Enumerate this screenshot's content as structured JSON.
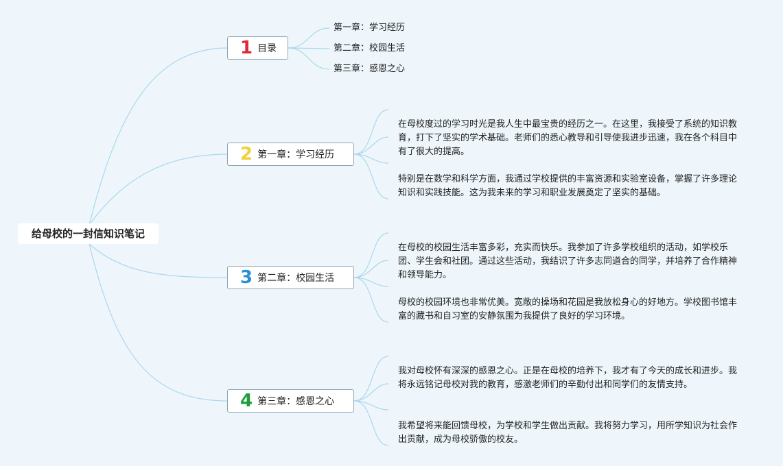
{
  "root": {
    "label": "给母校的一封信知识笔记"
  },
  "topics": [
    {
      "number": "1",
      "label": "目录",
      "color": "#e0283a"
    },
    {
      "number": "2",
      "label": "第一章：学习经历",
      "color": "#f3cf3c"
    },
    {
      "number": "3",
      "label": "第二章：校园生活",
      "color": "#2a8fd6"
    },
    {
      "number": "4",
      "label": "第三章：感恩之心",
      "color": "#1e9e3c"
    }
  ],
  "toc": [
    "第一章：学习经历",
    "第二章：校园生活",
    "第三章：感恩之心"
  ],
  "paragraphs": [
    "在母校度过的学习时光是我人生中最宝贵的经历之一。在这里，我接受了系统的知识教育，打下了坚实的学术基础。老师们的悉心教导和引导使我进步迅速，我在各个科目中有了很大的提高。",
    "特别是在数学和科学方面，我通过学校提供的丰富资源和实验室设备，掌握了许多理论知识和实践技能。这为我未来的学习和职业发展奠定了坚实的基础。",
    "在母校的校园生活丰富多彩，充实而快乐。我参加了许多学校组织的活动，如学校乐团、学生会和社团。通过这些活动，我结识了许多志同道合的同学，并培养了合作精神和领导能力。",
    "母校的校园环境也非常优美。宽敞的操场和花园是我放松身心的好地方。学校图书馆丰富的藏书和自习室的安静氛围为我提供了良好的学习环境。",
    "我对母校怀有深深的感恩之心。正是在母校的培养下，我才有了今天的成长和进步。我将永远铭记母校对我的教育，感激老师们的辛勤付出和同学们的友情支持。",
    "我希望将来能回馈母校，为学校和学生做出贡献。我将努力学习，用所学知识为社会作出贡献，成为母校骄傲的校友。"
  ],
  "colors": {
    "background": "#eef6fb",
    "link": "#a9d8ee",
    "border": "#8fa6b2"
  }
}
